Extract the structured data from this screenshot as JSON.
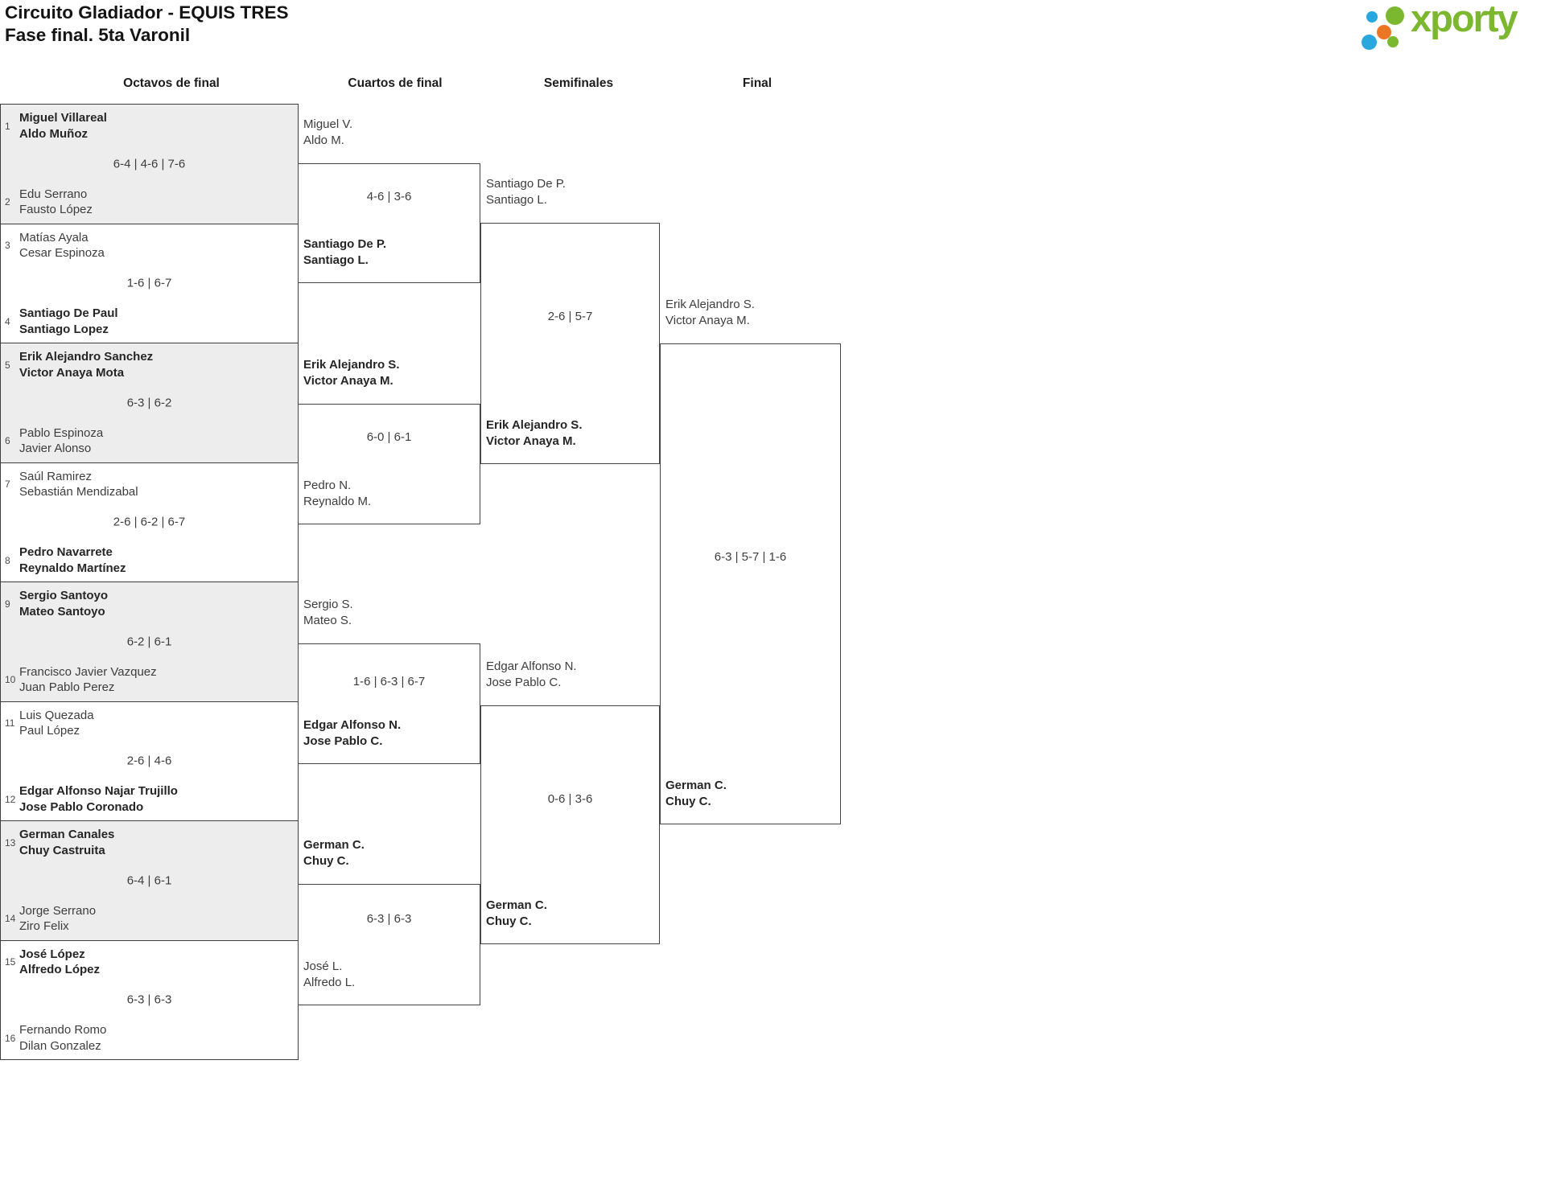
{
  "page": {
    "title_line1": "Circuito Gladiador - EQUIS TRES",
    "title_line2": "Fase final. 5ta Varonil"
  },
  "logo": {
    "text": "xporty",
    "colors": {
      "green": "#7cb82f",
      "blue": "#29a8df",
      "orange": "#ec7623"
    }
  },
  "headers": [
    "Octavos de final",
    "Cuartos de final",
    "Semifinales",
    "Final"
  ],
  "bracket": {
    "octavos": [
      {
        "seed_top": "1",
        "top": [
          "Miguel Villareal",
          "Aldo Muñoz"
        ],
        "score": "6-4 | 4-6 | 7-6",
        "seed_bot": "2",
        "bottom": [
          "Edu Serrano",
          "Fausto López"
        ],
        "winner": "top"
      },
      {
        "seed_top": "3",
        "top": [
          "Matías Ayala",
          "Cesar Espinoza"
        ],
        "score": "1-6 | 6-7",
        "seed_bot": "4",
        "bottom": [
          "Santiago De Paul",
          "Santiago Lopez"
        ],
        "winner": "bottom"
      },
      {
        "seed_top": "5",
        "top": [
          "Erik Alejandro Sanchez",
          "Victor Anaya Mota"
        ],
        "score": "6-3 | 6-2",
        "seed_bot": "6",
        "bottom": [
          "Pablo Espinoza",
          "Javier Alonso"
        ],
        "winner": "top"
      },
      {
        "seed_top": "7",
        "top": [
          "Saúl Ramirez",
          "Sebastián Mendizabal"
        ],
        "score": "2-6 | 6-2 | 6-7",
        "seed_bot": "8",
        "bottom": [
          "Pedro Navarrete",
          "Reynaldo Martínez"
        ],
        "winner": "bottom"
      },
      {
        "seed_top": "9",
        "top": [
          "Sergio Santoyo",
          "Mateo Santoyo"
        ],
        "score": "6-2 | 6-1",
        "seed_bot": "10",
        "bottom": [
          "Francisco Javier Vazquez",
          "Juan Pablo Perez"
        ],
        "winner": "top"
      },
      {
        "seed_top": "11",
        "top": [
          "Luis Quezada",
          "Paul López"
        ],
        "score": "2-6 | 4-6",
        "seed_bot": "12",
        "bottom": [
          "Edgar Alfonso Najar Trujillo",
          "Jose Pablo Coronado"
        ],
        "winner": "bottom"
      },
      {
        "seed_top": "13",
        "top": [
          "German Canales",
          "Chuy Castruita"
        ],
        "score": "6-4 | 6-1",
        "seed_bot": "14",
        "bottom": [
          "Jorge Serrano",
          "Ziro Felix"
        ],
        "winner": "top"
      },
      {
        "seed_top": "15",
        "top": [
          "José López",
          "Alfredo López"
        ],
        "score": "6-3 | 6-3",
        "seed_bot": "16",
        "bottom": [
          "Fernando Romo",
          "Dilan Gonzalez"
        ],
        "winner": "bottom"
      }
    ],
    "cuartos": [
      {
        "top": [
          "Miguel V.",
          "Aldo M."
        ],
        "score": "4-6 | 3-6",
        "bottom": [
          "Santiago De P.",
          "Santiago L."
        ],
        "winner": "bottom"
      },
      {
        "top": [
          "Erik Alejandro S.",
          "Victor Anaya M."
        ],
        "score": "6-0 | 6-1",
        "bottom": [
          "Pedro N.",
          "Reynaldo M."
        ],
        "winner": "top"
      },
      {
        "top": [
          "Sergio S.",
          "Mateo S."
        ],
        "score": "1-6 | 6-3 | 6-7",
        "bottom": [
          "Edgar Alfonso N.",
          "Jose Pablo C."
        ],
        "winner": "bottom"
      },
      {
        "top": [
          "German C.",
          "Chuy C."
        ],
        "score": "6-3 | 6-3",
        "bottom": [
          "José L.",
          "Alfredo L."
        ],
        "winner": "top"
      }
    ],
    "semifinales": [
      {
        "top": [
          "Santiago De P.",
          "Santiago L."
        ],
        "score": "2-6 | 5-7",
        "bottom": [
          "Erik Alejandro S.",
          "Victor Anaya M."
        ],
        "winner": "bottom"
      },
      {
        "top": [
          "Edgar Alfonso N.",
          "Jose Pablo C."
        ],
        "score": "0-6 | 3-6",
        "bottom": [
          "German C.",
          "Chuy C."
        ],
        "winner": "bottom"
      }
    ],
    "final": {
      "top": [
        "Erik Alejandro S.",
        "Victor Anaya M."
      ],
      "score": "6-3 | 5-7 | 1-6",
      "bottom": [
        "German C.",
        "Chuy C."
      ],
      "winner": "bottom"
    }
  }
}
